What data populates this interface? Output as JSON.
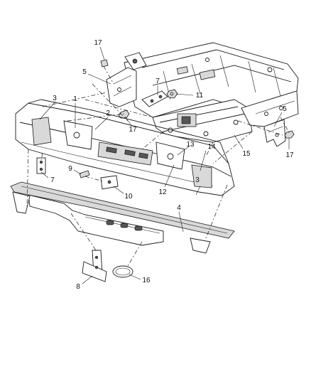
{
  "callouts": {
    "c17a": "17",
    "c5a": "5",
    "c7a": "7",
    "c11": "11",
    "c3a": "3",
    "c1": "1",
    "c2": "2",
    "c17b": "17",
    "c5b": "5",
    "c17c": "17",
    "c13": "13",
    "c14": "14",
    "c15": "15",
    "c9": "9",
    "c7b": "7",
    "c12": "12",
    "c3b": "3",
    "c10": "10",
    "c4": "4",
    "c8": "8",
    "c16": "16"
  }
}
